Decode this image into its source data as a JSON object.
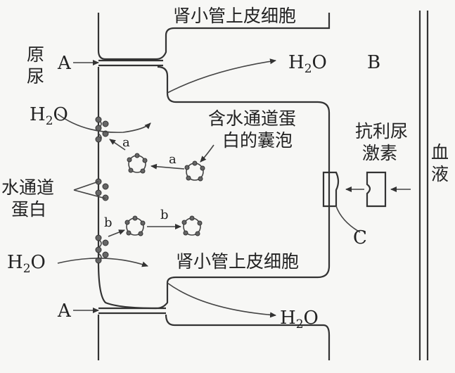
{
  "labels": {
    "cell_top": "肾小管上皮细胞",
    "cell_bottom": "肾小管上皮细胞",
    "urine_1": "原",
    "urine_2": "尿",
    "water_channel_1": "水通道",
    "water_channel_2": "蛋白",
    "vesicle_1": "含水通道蛋",
    "vesicle_2": "白的囊泡",
    "adh_1": "抗利尿",
    "adh_2": "激素",
    "blood_1": "血",
    "blood_2": "液",
    "A_top": "A",
    "A_bottom": "A",
    "B": "B",
    "C": "C",
    "a_left": "a",
    "a_right": "a",
    "b_left": "b",
    "b_right": "b"
  },
  "water": {
    "h": "H",
    "sub": "2",
    "o": "O"
  },
  "colors": {
    "line": "#333333",
    "background": "#f7f7f5"
  }
}
